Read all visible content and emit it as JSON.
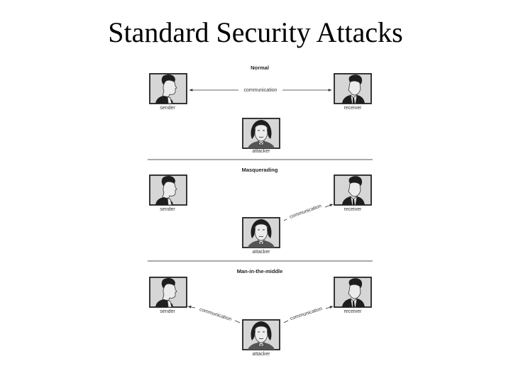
{
  "title": "Standard Security Attacks",
  "sections": [
    {
      "heading": "Normal",
      "sender_label": "sender",
      "receiver_label": "receiver",
      "attacker_label": "attacker",
      "communication_label": "communication"
    },
    {
      "heading": "Masquerading",
      "sender_label": "sender",
      "receiver_label": "receiver",
      "attacker_label": "attacker",
      "communication_label": "communication"
    },
    {
      "heading": "Man-in-the-middle",
      "sender_label": "sender",
      "receiver_label": "receiver",
      "attacker_label": "attacker",
      "communication_label_left": "communication",
      "communication_label_right": "communication"
    }
  ]
}
